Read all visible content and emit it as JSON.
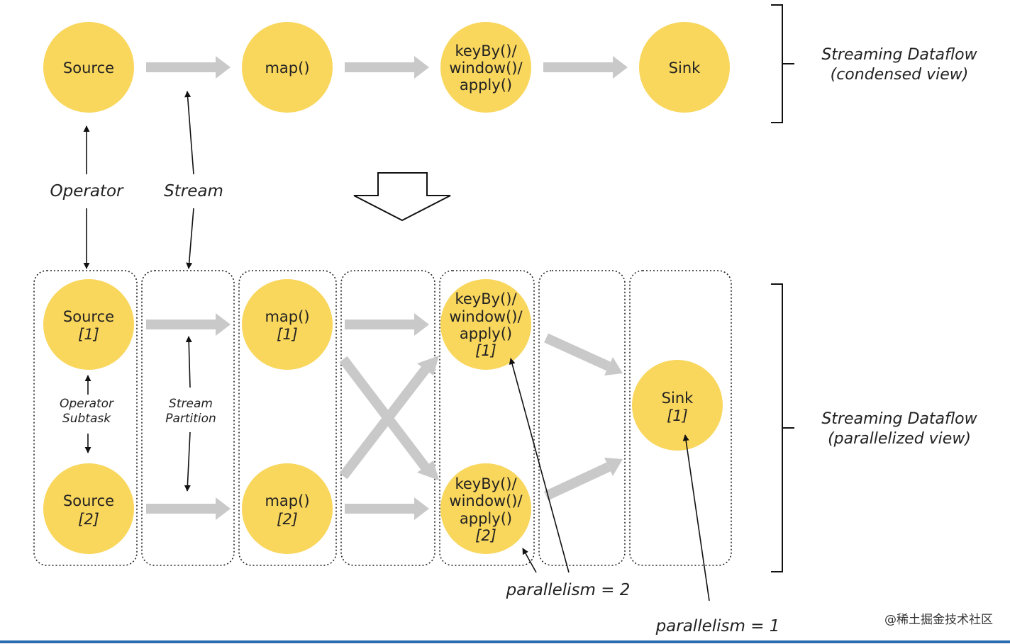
{
  "colors": {
    "node_fill": "#F9D65C",
    "arrow_fill": "#C9C9C9",
    "stroke": "#111111",
    "bottom_bar": "#2b6cb0"
  },
  "condensed": {
    "nodes": [
      {
        "key": "source",
        "lines": [
          "Source"
        ]
      },
      {
        "key": "map",
        "lines": [
          "map()"
        ]
      },
      {
        "key": "keyby",
        "lines": [
          "keyBy()/",
          "window()/",
          "apply()"
        ]
      },
      {
        "key": "sink",
        "lines": [
          "Sink"
        ]
      }
    ],
    "view_label": [
      "Streaming Dataflow",
      "(condensed view)"
    ]
  },
  "labels": {
    "operator": "Operator",
    "stream": "Stream",
    "operator_subtask": [
      "Operator",
      "Subtask"
    ],
    "stream_partition": [
      "Stream",
      "Partition"
    ],
    "parallelism_2": "parallelism = 2",
    "parallelism_1": "parallelism = 1"
  },
  "parallel": {
    "nodes": [
      {
        "key": "source-1",
        "lines": [
          "Source",
          "[1]"
        ]
      },
      {
        "key": "source-2",
        "lines": [
          "Source",
          "[2]"
        ]
      },
      {
        "key": "map-1",
        "lines": [
          "map()",
          "[1]"
        ]
      },
      {
        "key": "map-2",
        "lines": [
          "map()",
          "[2]"
        ]
      },
      {
        "key": "keyby-1",
        "lines": [
          "keyBy()/",
          "window()/",
          "apply()",
          "[1]"
        ]
      },
      {
        "key": "keyby-2",
        "lines": [
          "keyBy()/",
          "window()/",
          "apply()",
          "[2]"
        ]
      },
      {
        "key": "sink-1",
        "lines": [
          "Sink",
          "[1]"
        ]
      }
    ],
    "view_label": [
      "Streaming Dataflow",
      "(parallelized view)"
    ]
  },
  "watermark": "@稀土掘金技术社区"
}
